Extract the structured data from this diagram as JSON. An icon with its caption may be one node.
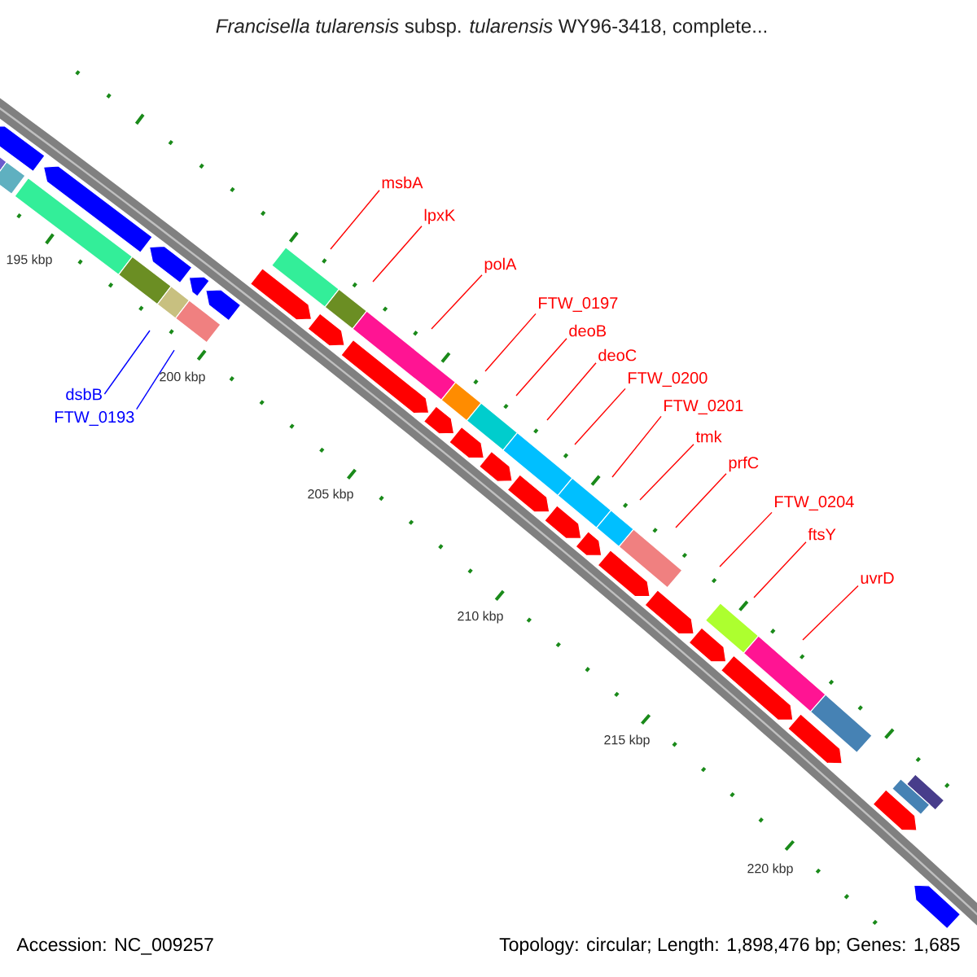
{
  "diagram": {
    "title": "*Francisella tularensis* subsp. *tularensis* WY96-3418, complete...",
    "nodes": [
      {
        "text": [
          "msbA"
        ]
      },
      {
        "text": [
          "lpxK"
        ]
      },
      {
        "text": [
          "polA"
        ]
      },
      {
        "text": [
          "FTW_0197"
        ]
      },
      {
        "text": [
          "deoB"
        ]
      },
      {
        "text": [
          "deoC"
        ]
      },
      {
        "text": [
          "FTW_0200"
        ]
      },
      {
        "text": [
          "FTW_0201"
        ]
      },
      {
        "text": [
          "tmk"
        ]
      },
      {
        "text": [
          "prfC"
        ]
      },
      {
        "text": [
          "FTW_0204"
        ]
      },
      {
        "text": [
          "ftsY"
        ]
      },
      {
        "text": [
          "uvrD"
        ]
      },
      {
        "text": [
          "dsbB"
        ]
      },
      {
        "text": [
          "FTW_0193"
        ]
      }
    ],
    "edges": [
      {
        "from": 0,
        "to": null,
        "arrow": "none"
      },
      {
        "from": 1,
        "to": null,
        "arrow": "none"
      },
      {
        "from": 2,
        "to": null,
        "arrow": "none"
      },
      {
        "from": 3,
        "to": null,
        "arrow": "none"
      },
      {
        "from": 4,
        "to": null,
        "arrow": "none"
      },
      {
        "from": 5,
        "to": null,
        "arrow": "none"
      },
      {
        "from": 6,
        "to": null,
        "arrow": "none"
      },
      {
        "from": 7,
        "to": null,
        "arrow": "none"
      },
      {
        "from": 8,
        "to": null,
        "arrow": "none"
      },
      {
        "from": 9,
        "to": null,
        "arrow": "none"
      },
      {
        "from": 10,
        "to": null,
        "arrow": "none"
      },
      {
        "from": 11,
        "to": null,
        "arrow": "none"
      },
      {
        "from": 12,
        "to": null,
        "arrow": "none"
      },
      {
        "from": 13,
        "to": null,
        "arrow": "none",
        "color": "#0000ff"
      },
      {
        "from": 14,
        "to": null,
        "arrow": "none",
        "color": "#0000ff"
      }
    ],
    "labels": [
      "195 kbp",
      "200 kbp",
      "205 kbp",
      "210 kbp",
      "215 kbp",
      "220 kbp",
      "Accession: NC_009257",
      "Topology: circular; Length: 1,898,476 bp; Genes: 1,685"
    ]
  }
}
